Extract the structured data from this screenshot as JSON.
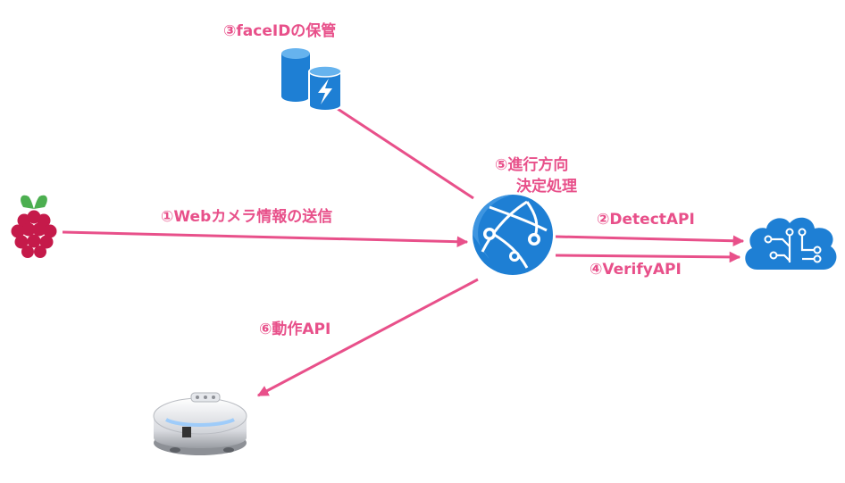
{
  "colors": {
    "arrow": "#e8508a",
    "label": "#e8508a",
    "azure_blue": "#1e7fd4"
  },
  "labels": {
    "storage": "③faceIDの保管",
    "decision_line1": "⑤進行方向",
    "decision_line2": "決定処理",
    "webcam": "①Webカメラ情報の送信",
    "detect": "②DetectAPI",
    "verify": "④VerifyAPI",
    "motion": "⑥動作API"
  },
  "icons": {
    "raspberry_pi": "raspberry-pi-logo-icon",
    "storage": "azure-storage-icon",
    "web_app": "azure-web-app-globe-icon",
    "cognitive": "azure-cognitive-services-brain-icon",
    "robot": "robot-vacuum-icon"
  }
}
